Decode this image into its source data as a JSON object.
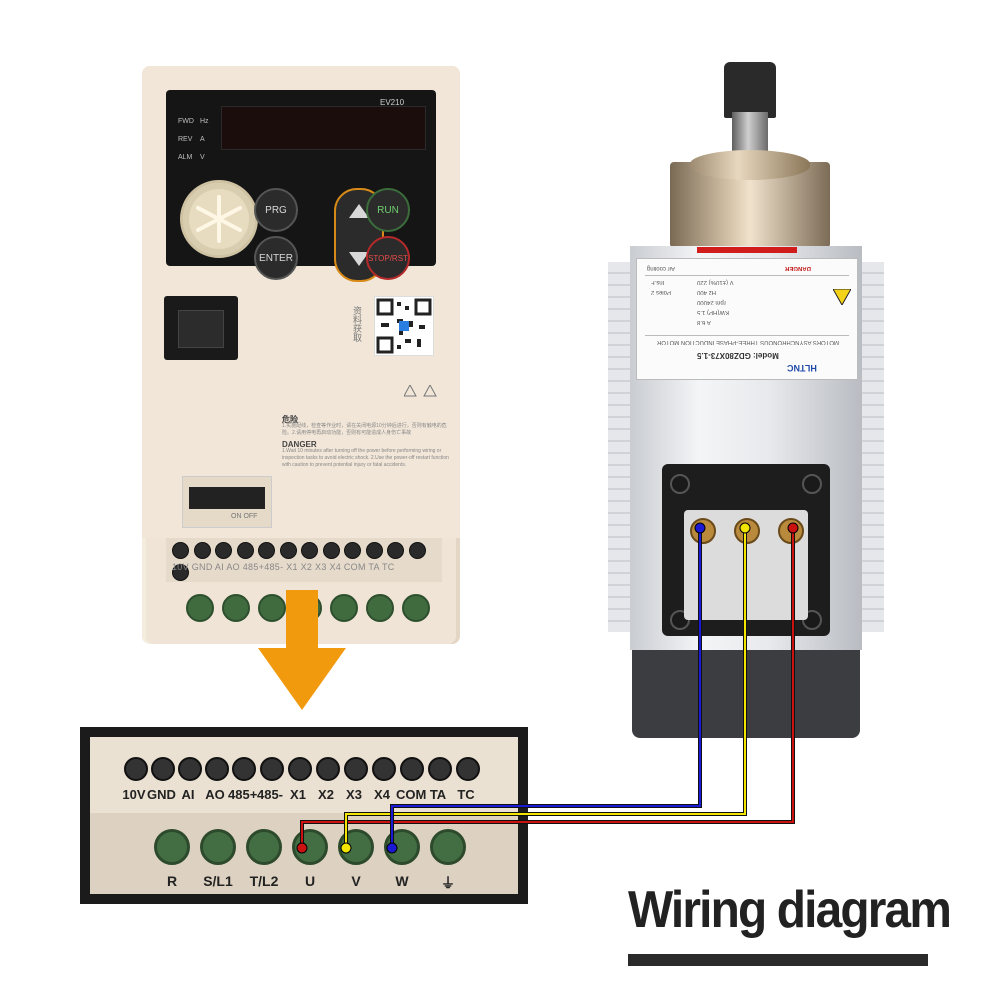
{
  "inverter": {
    "model": "EV210",
    "indicators": [
      "FWD",
      "REV",
      "ALM"
    ],
    "units": [
      "Hz",
      "A",
      "V"
    ],
    "buttons": {
      "prg": "PRG",
      "enter": "ENTER",
      "run": "RUN",
      "stop": "STOP/RST"
    },
    "qr_side_text": "资料获取",
    "warning": {
      "cn_title": "危险",
      "cn_body": "1.实施配线，检查等作业时，请在关闭电源10分钟后进行，否则有触电的危险。2.请用停电再启动功能，否则有可能造成人身伤亡事故",
      "en_title": "DANGER",
      "en_body": "1.Wait 10 minutes after turning off the power before performing wiring or inspection tasks to avoid electric shock. 2.Use the power-off restart function with caution to prevent potential injury or fatal accidents."
    },
    "dip_label": "ON OFF",
    "control_terminals_small": "10V GND AI AO 485+485- X1 X2 X3 X4 COM TA TC"
  },
  "motor": {
    "brand": "HLTNC",
    "model": "Model: GDZ80X73-1.5",
    "subtitle": "MOTORS ASYNCHRONOUS THREE-PHASE INDUCTION MOTOR",
    "danger": "DANGER",
    "air_cooling": "Air cooling",
    "specs": [
      "V (±10%)  220",
      "Hz  400",
      "rpm  24000",
      "KW(HP)  1.5",
      "A  6.8",
      "Poles  2",
      "Ins.F"
    ]
  },
  "zoom_panel": {
    "control_terminals": [
      "10V",
      "GND",
      "AI",
      "AO",
      "485+",
      "485-",
      "X1",
      "X2",
      "X3",
      "X4",
      "COM",
      "TA",
      "TC"
    ],
    "power_terminals": [
      "R",
      "S/L1",
      "T/L2",
      "U",
      "V",
      "W",
      "⏚"
    ]
  },
  "wiring": [
    {
      "from": "U",
      "to": "motor-terminal-right",
      "color": "#cc1111"
    },
    {
      "from": "V",
      "to": "motor-terminal-middle",
      "color": "#f2e600"
    },
    {
      "from": "W",
      "to": "motor-terminal-left",
      "color": "#1a1ad6"
    }
  ],
  "title": "Wiring diagram"
}
